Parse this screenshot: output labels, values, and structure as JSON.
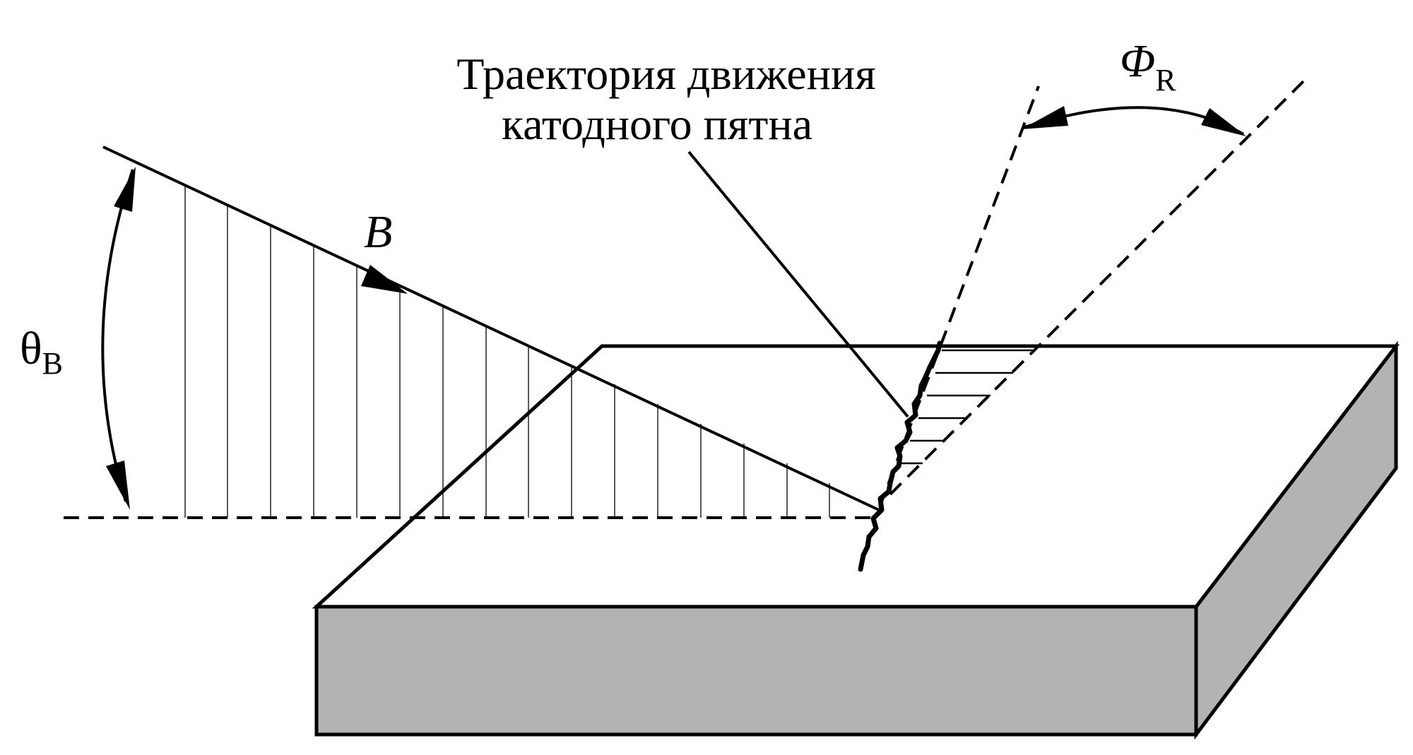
{
  "labels": {
    "trajectory_line1": "Траектория движения",
    "trajectory_line2": "катодного пятна",
    "b_symbol": "B",
    "theta_symbol": "θ",
    "theta_subscript": "B",
    "phi_symbol": "Φ",
    "phi_subscript": "R"
  },
  "colors": {
    "stroke": "#000000",
    "plate_top": "#ffffff",
    "plate_side": "#b3b3b3"
  }
}
